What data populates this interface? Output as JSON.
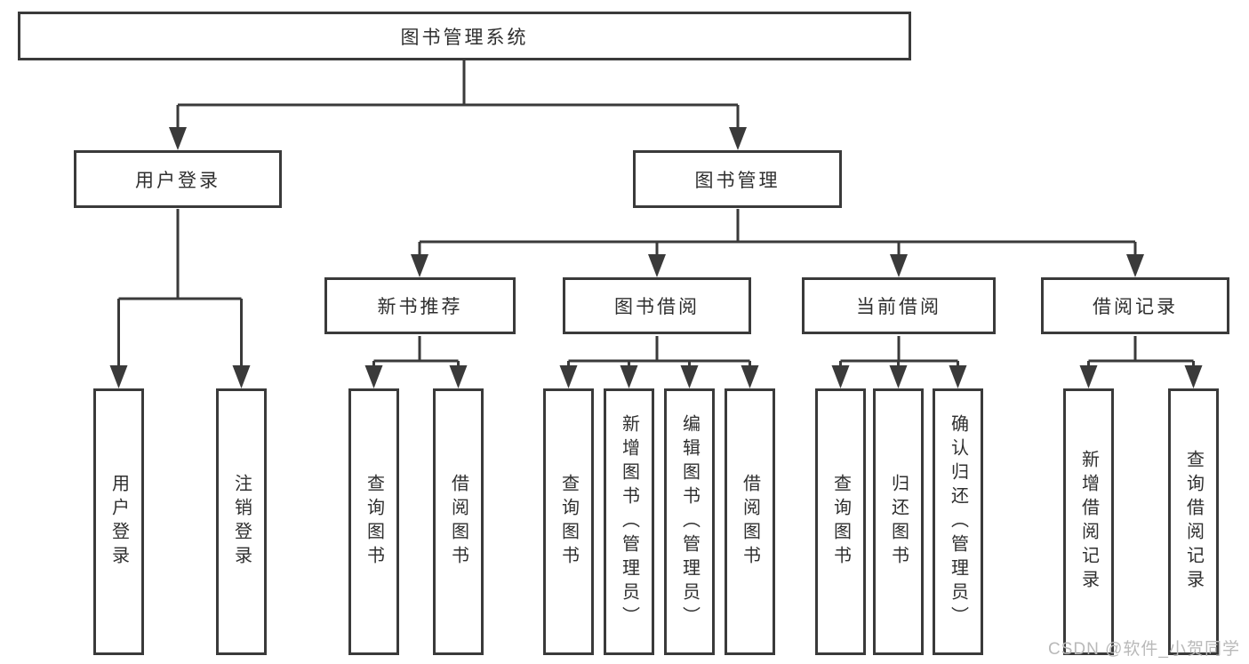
{
  "diagram": {
    "root": {
      "label": "图书管理系统"
    },
    "branches": [
      {
        "label": "用户登录",
        "children": [
          {
            "label": "用户登录"
          },
          {
            "label": "注销登录"
          }
        ]
      },
      {
        "label": "图书管理",
        "sections": [
          {
            "label": "新书推荐",
            "children": [
              {
                "label": "查询图书"
              },
              {
                "label": "借阅图书"
              }
            ]
          },
          {
            "label": "图书借阅",
            "children": [
              {
                "label": "查询图书"
              },
              {
                "label": "新增图书（管理员）"
              },
              {
                "label": "编辑图书（管理员）"
              },
              {
                "label": "借阅图书"
              }
            ]
          },
          {
            "label": "当前借阅",
            "children": [
              {
                "label": "查询图书"
              },
              {
                "label": "归还图书"
              },
              {
                "label": "确认归还（管理员）"
              }
            ]
          },
          {
            "label": "借阅记录",
            "children": [
              {
                "label": "新增借阅记录"
              },
              {
                "label": "查询借阅记录"
              }
            ]
          }
        ]
      }
    ]
  },
  "watermark": {
    "text": "CSDN @软件_小贺同学"
  },
  "colors": {
    "line": "#3a3a3a",
    "box_border": "#3a3a3a",
    "text": "#2f2f2f",
    "watermark": "#b9b9b9",
    "background": "#ffffff"
  }
}
